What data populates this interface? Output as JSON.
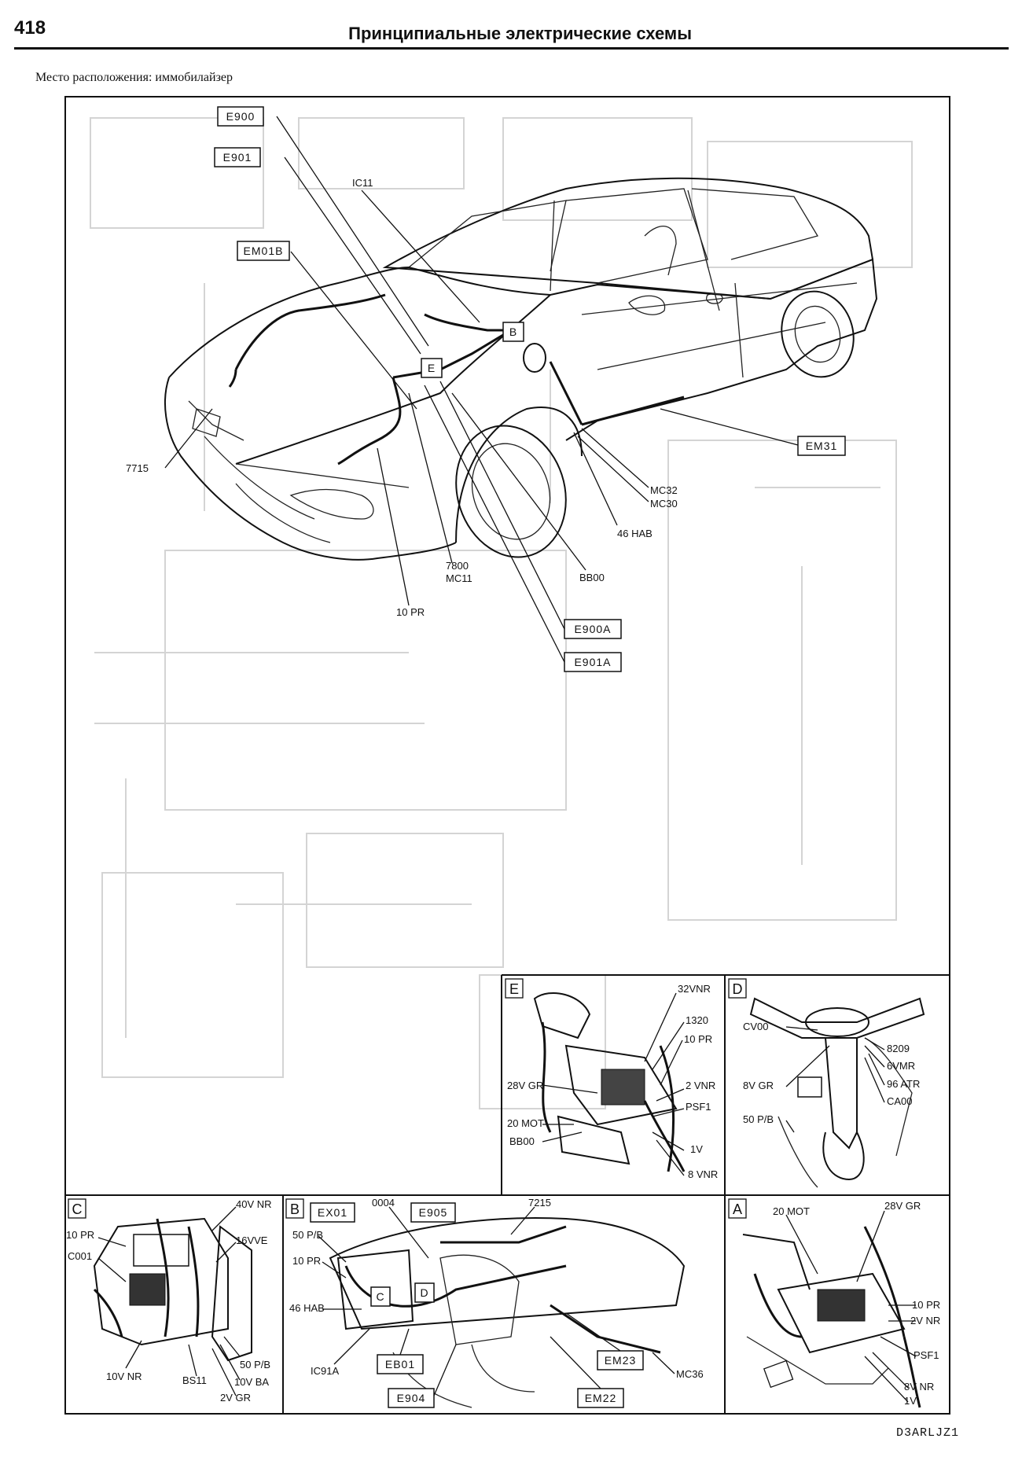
{
  "header": {
    "page_number": "418",
    "title": "Принципиальные электрические схемы"
  },
  "caption": "Место расположения: иммобилайзер",
  "main_view": {
    "boxed_labels": {
      "e900": "E900",
      "e901": "E901",
      "em01b": "EM01B",
      "em31": "EM31",
      "e900a": "E900A",
      "e901a": "E901A",
      "b": "B",
      "e": "E"
    },
    "callouts": {
      "ic11": "IC11",
      "n7715": "7715",
      "mc32": "MC32",
      "mc30": "MC30",
      "hab46": "46 HAB",
      "bb00": "BB00",
      "n7800": "7800",
      "mc11": "MC11",
      "pr10": "10 PR"
    }
  },
  "panel_e": {
    "letter": "E",
    "labels": [
      "32VNR",
      "1320",
      "10 PR",
      "28V GR",
      "2 VNR",
      "PSF1",
      "20 MOT",
      "BB00",
      "1V",
      "8 VNR"
    ]
  },
  "panel_d": {
    "letter": "D",
    "labels": [
      "CV00",
      "8209",
      "6VMR",
      "8V GR",
      "96 ATR",
      "CA00",
      "50 P/B"
    ]
  },
  "panel_c": {
    "letter": "C",
    "labels": [
      "40V NR",
      "10 PR",
      "C001",
      "16VVE",
      "10V NR",
      "BS11",
      "50 P/B",
      "10V BA",
      "2V GR"
    ]
  },
  "panel_b": {
    "letter": "B",
    "boxed": [
      "EX01",
      "E905",
      "EB01",
      "E904",
      "EM23",
      "EM22"
    ],
    "inner_boxes": [
      "C",
      "D"
    ],
    "labels": [
      "0004",
      "7215",
      "50 P/B",
      "10 PR",
      "46 HAB",
      "IC91A",
      "MC36"
    ]
  },
  "panel_a": {
    "letter": "A",
    "labels": [
      "20 MOT",
      "28V GR",
      "10 PR",
      "2V NR",
      "PSF1",
      "8V NR",
      "1V"
    ]
  },
  "footer": {
    "code": "D3ARLJZ1"
  }
}
